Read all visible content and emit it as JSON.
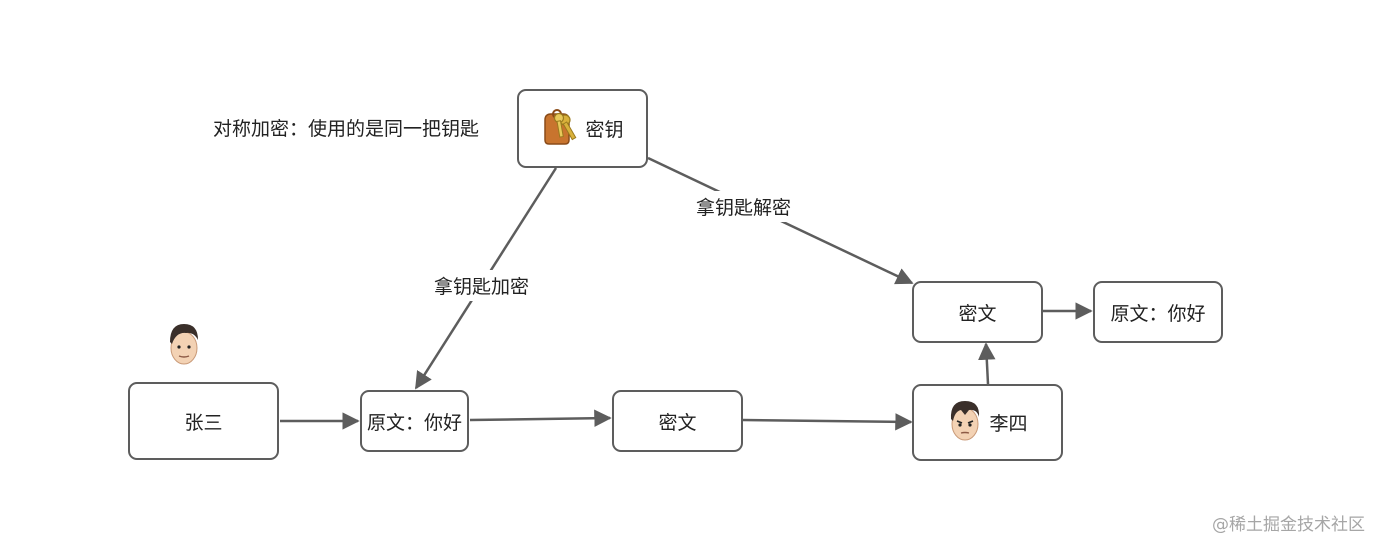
{
  "caption": "对称加密：使用的是同一把钥匙",
  "watermark": "@稀土掘金技术社区",
  "nodes": {
    "key": "密钥",
    "zhangsan": "张三",
    "plaintext_left": "原文：你好",
    "ciphertext_bottom": "密文",
    "lisi": "李四",
    "ciphertext_top": "密文",
    "plaintext_right": "原文：你好"
  },
  "edge_labels": {
    "encrypt": "拿钥匙加密",
    "decrypt": "拿钥匙解密"
  },
  "icons": [
    "key-icon",
    "zhangsan-avatar-icon",
    "lisi-avatar-icon"
  ],
  "colors": {
    "stroke": "#5d5d5d",
    "key_bag": "#c8742e",
    "key_metal": "#d9b13b",
    "skin": "#f3d2b4",
    "hair": "#3a2f2a"
  }
}
